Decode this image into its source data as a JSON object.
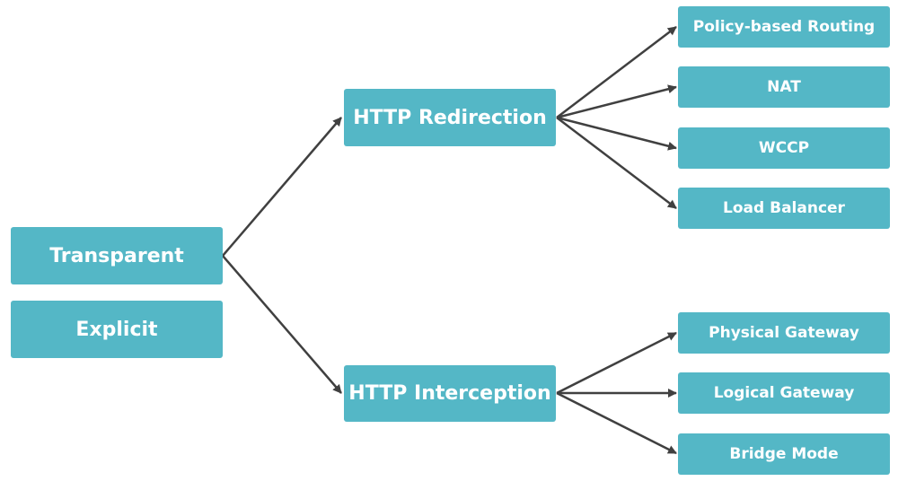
{
  "colors": {
    "node_fill": "#54b7c6",
    "node_text": "#ffffff",
    "connector": "#404040"
  },
  "modes": {
    "transparent": "Transparent",
    "explicit": "Explicit"
  },
  "methods": {
    "redirection": "HTTP Redirection",
    "interception": "HTTP Interception"
  },
  "redirection_options": {
    "pbr": "Policy-based Routing",
    "nat": "NAT",
    "wccp": "WCCP",
    "load_balancer": "Load Balancer"
  },
  "interception_options": {
    "physical_gateway": "Physical Gateway",
    "logical_gateway": "Logical Gateway",
    "bridge_mode": "Bridge Mode"
  }
}
